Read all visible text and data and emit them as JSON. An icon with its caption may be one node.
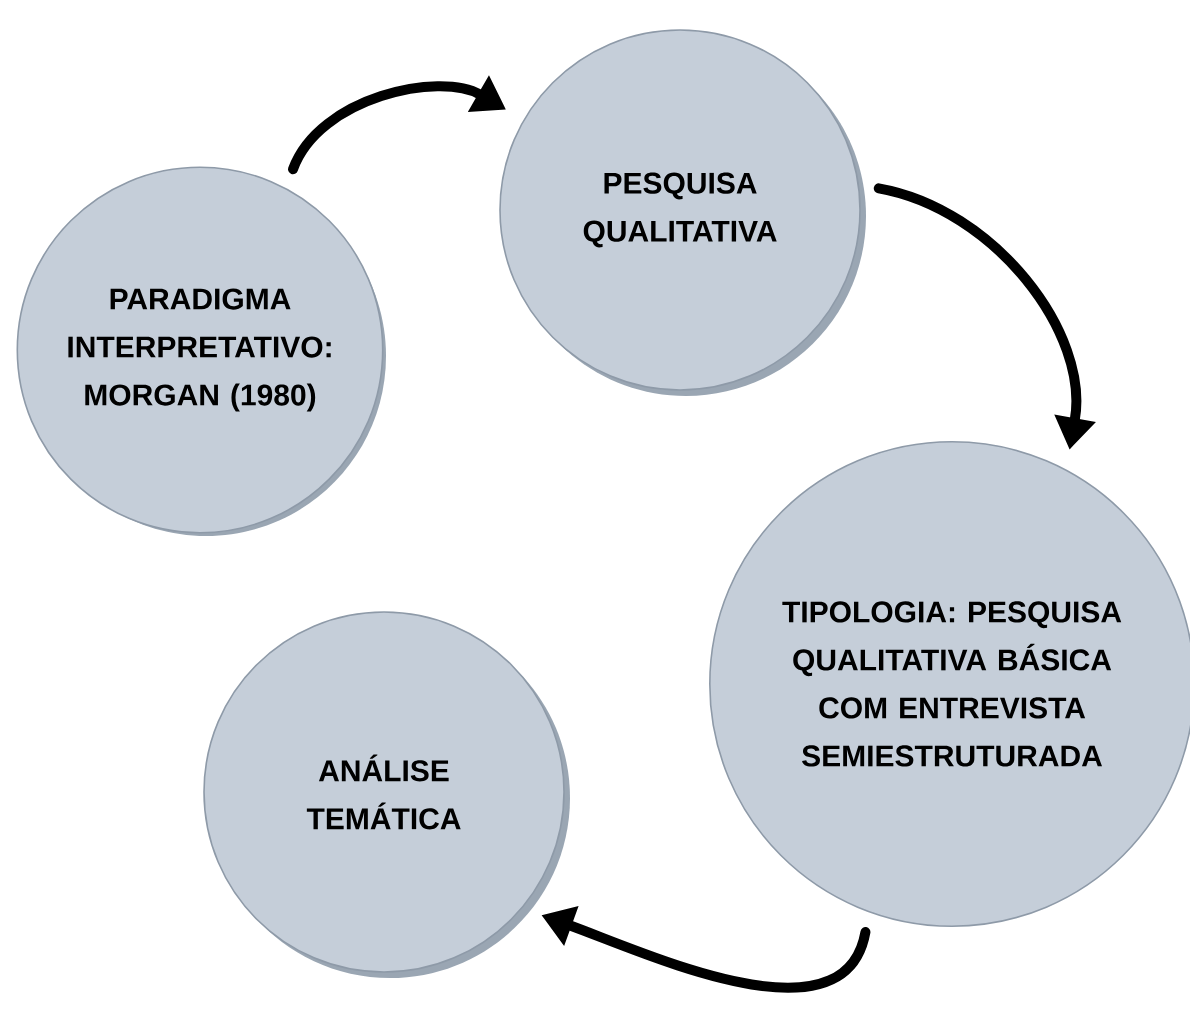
{
  "diagram": {
    "nodes": [
      {
        "text": [
          "PARADIGMA INTERPRETATIVO: MORGAN (1980)"
        ]
      },
      {
        "text": [
          "PESQUISA QUALITATIVA"
        ]
      },
      {
        "text": [
          "TIPOLOGIA: PESQUISA QUALITATIVA BÁSICA COM ENTREVISTA SEMIESTRUTURADA"
        ]
      },
      {
        "text": [
          "ANÁLISE TEMÁTICA"
        ]
      }
    ],
    "edges": [
      {
        "from": 0,
        "to": 1,
        "arrow": "to"
      },
      {
        "from": 1,
        "to": 2,
        "arrow": "to"
      },
      {
        "from": 2,
        "to": 3,
        "arrow": "to"
      }
    ]
  }
}
